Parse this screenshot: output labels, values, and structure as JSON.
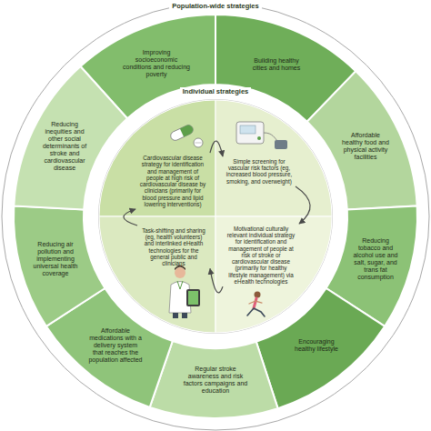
{
  "diagram": {
    "nodes": [
      {
        "text": [
          "Population-wide strategies"
        ]
      },
      {
        "text": [
          "Improving socioeconomic conditions and reducing poverty"
        ],
        "in": 0
      },
      {
        "text": [
          "Building healthy cities and homes"
        ],
        "in": 0
      },
      {
        "text": [
          "Affordable healthy food and physical activity facilities"
        ],
        "in": 0
      },
      {
        "text": [
          "Reducing tobacco and alcohol use and salt, sugar, and trans fat consumption"
        ],
        "in": 0
      },
      {
        "text": [
          "Encouraging healthy lifestyle"
        ],
        "in": 0
      },
      {
        "text": [
          "Regular stroke awareness and risk factors campaigns and education"
        ],
        "in": 0
      },
      {
        "text": [
          "Affordable medications with a delivery system that reaches the population affected"
        ],
        "in": 0
      },
      {
        "text": [
          "Reducing air pollution and implementing universal health coverage"
        ],
        "in": 0
      },
      {
        "text": [
          "Reducing inequities and other social determinants of stroke and cardiovascular disease"
        ],
        "in": 0
      },
      {
        "text": [
          "Individual strategies"
        ],
        "in": 0
      },
      {
        "text": [
          "Cardiovascular disease strategy for identification and management of people at high risk of cardiovascular disease by clinicians (primarily for blood pressure and lipid lowering interventions)"
        ],
        "in": 10
      },
      {
        "text": [
          "Simple screening for vascular risk factors (eg, increased blood pressure, smoking, and overweight)"
        ],
        "in": 10
      },
      {
        "text": [
          "Task-shifting and sharing (eg, health volunteers) and interlinked eHealth technologies for the general public and clinicians"
        ],
        "in": 10
      },
      {
        "text": [
          "Motivational culturally relevant individual strategy for identification and management of people at risk of stroke or cardiovascular disease (primarily for healthy lifestyle management) via eHealth technologies"
        ],
        "in": 10
      }
    ],
    "edges": [
      {
        "from": 11,
        "to": 12,
        "arrow": "to"
      },
      {
        "from": 12,
        "to": 14,
        "arrow": "to"
      },
      {
        "from": 14,
        "to": 13,
        "arrow": "to"
      },
      {
        "from": 13,
        "to": 11,
        "arrow": "to"
      }
    ]
  }
}
